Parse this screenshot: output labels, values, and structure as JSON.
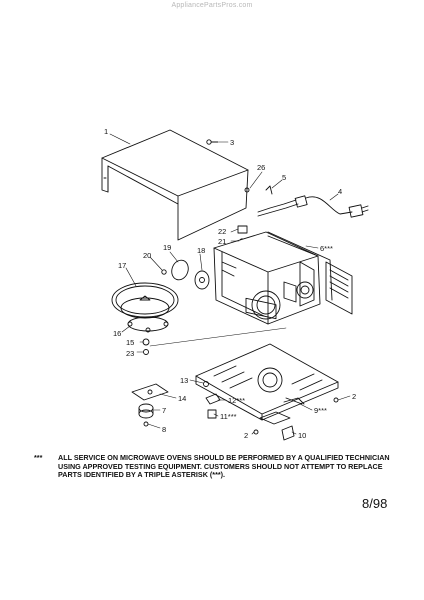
{
  "watermark": "AppliancePartsPros.com",
  "callouts": [
    "1",
    "3",
    "26",
    "5",
    "4",
    "22",
    "21",
    "6***",
    "19",
    "20",
    "18",
    "17",
    "16",
    "15",
    "23",
    "13",
    "2",
    "14",
    "12***",
    "11***",
    "9***",
    "7",
    "8",
    "2",
    "10"
  ],
  "note": {
    "mark": "***",
    "text": "ALL SERVICE ON MICROWAVE OVENS SHOULD BE PERFORMED BY A  QUALIFIED TECHNICIAN USING APPROVED TESTING EQUIPMENT.  CUSTOMERS SHOULD NOT ATTEMPT TO REPLACE PARTS IDENTIFIED BY A TRIPLE ASTERISK (***)."
  },
  "date": "8/98"
}
